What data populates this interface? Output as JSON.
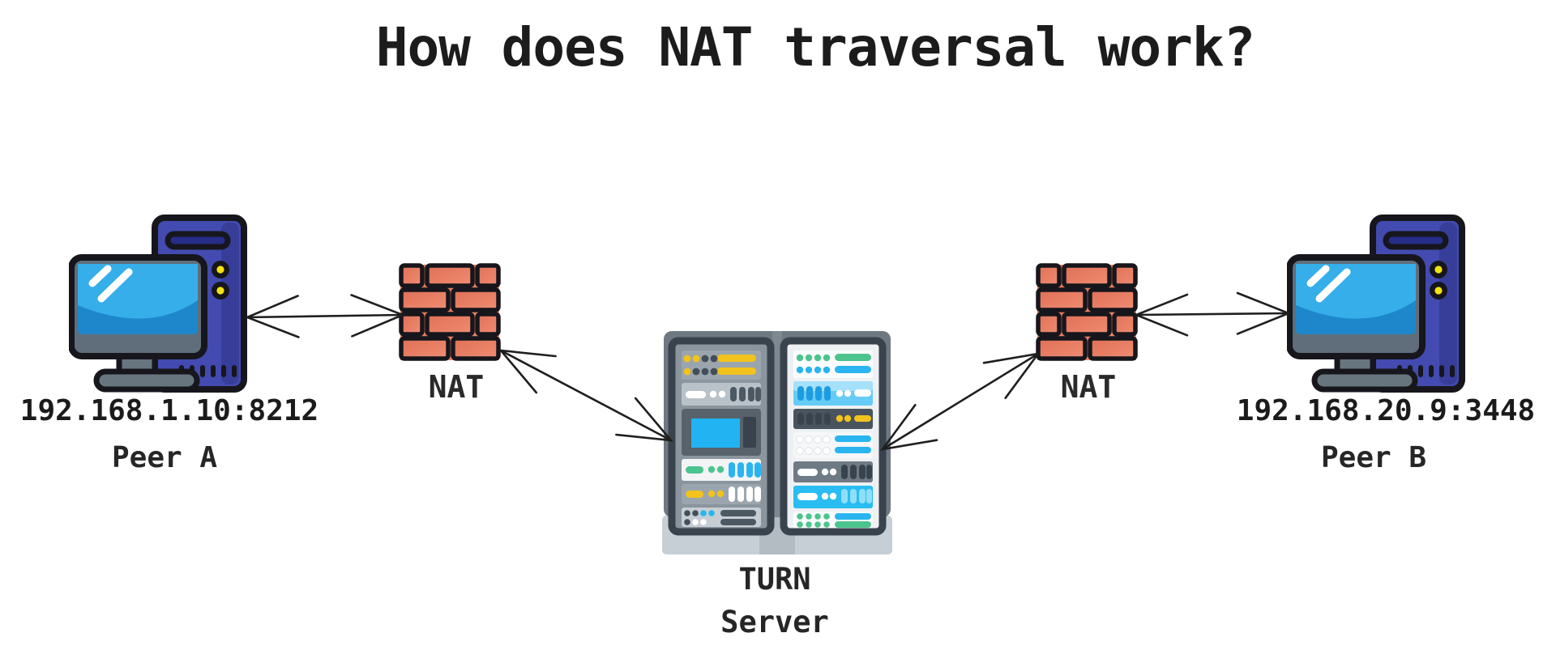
{
  "title": "How does NAT traversal work?",
  "peer_a": {
    "address": "192.168.1.10:8212",
    "label": "Peer A",
    "icon": "desktop-computer-icon"
  },
  "peer_b": {
    "address": "192.168.20.9:3448",
    "label": "Peer B",
    "icon": "desktop-computer-icon"
  },
  "nat_left": {
    "label": "NAT",
    "icon": "brick-wall-icon"
  },
  "nat_right": {
    "label": "NAT",
    "icon": "brick-wall-icon"
  },
  "turn_server": {
    "label_line_1": "TURN",
    "label_line_2": "Server",
    "icon": "server-rack-icon"
  },
  "connections": [
    {
      "from": "Peer A",
      "to": "NAT left",
      "type": "bidirectional-arrow"
    },
    {
      "from": "NAT left",
      "to": "TURN Server",
      "type": "bidirectional-arrow"
    },
    {
      "from": "TURN Server",
      "to": "NAT right",
      "type": "bidirectional-arrow"
    },
    {
      "from": "NAT right",
      "to": "Peer B",
      "type": "bidirectional-arrow"
    }
  ],
  "colors": {
    "outline": "#16161c",
    "brick": "#e87a62",
    "tower_indigo": "#434bb0",
    "screen_blue": "#29a4e4",
    "hardware_gray": "#67757f",
    "server_cabinet": "#6d7881",
    "server_rack": "#39434d",
    "server_cyan": "#2ab5f0",
    "server_green": "#4cc48e",
    "server_yellow": "#f2c31d",
    "button_yellow": "#f5e216"
  }
}
